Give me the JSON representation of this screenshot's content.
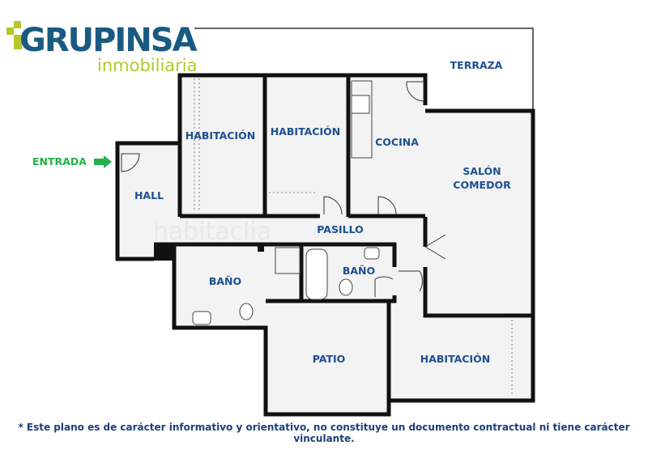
{
  "logo": {
    "brand": "GRUPINSA",
    "tagline": "inmobiliaria",
    "colors": {
      "primary": "#1a5a80",
      "accent": "#b5c72a"
    }
  },
  "watermark": "habitaclia",
  "entrance": {
    "label": "ENTRADA",
    "color": "#22b04a"
  },
  "rooms": {
    "terrace": "TERRAZA",
    "bedroom1": "HABITACIÓN",
    "bedroom2": "HABITACIÓN",
    "kitchen": "COCINA",
    "living1": "SALÓN",
    "living2": "COMEDOR",
    "hall": "HALL",
    "corridor": "PASILLO",
    "bath1": "BAÑO",
    "bath2": "BAÑO",
    "patio": "PATIO",
    "bedroom3": "HABITACIÓN"
  },
  "footer": "* Este plano es de carácter informativo y orientativo, no constituye un documento contractual ni tiene carácter vinculante."
}
